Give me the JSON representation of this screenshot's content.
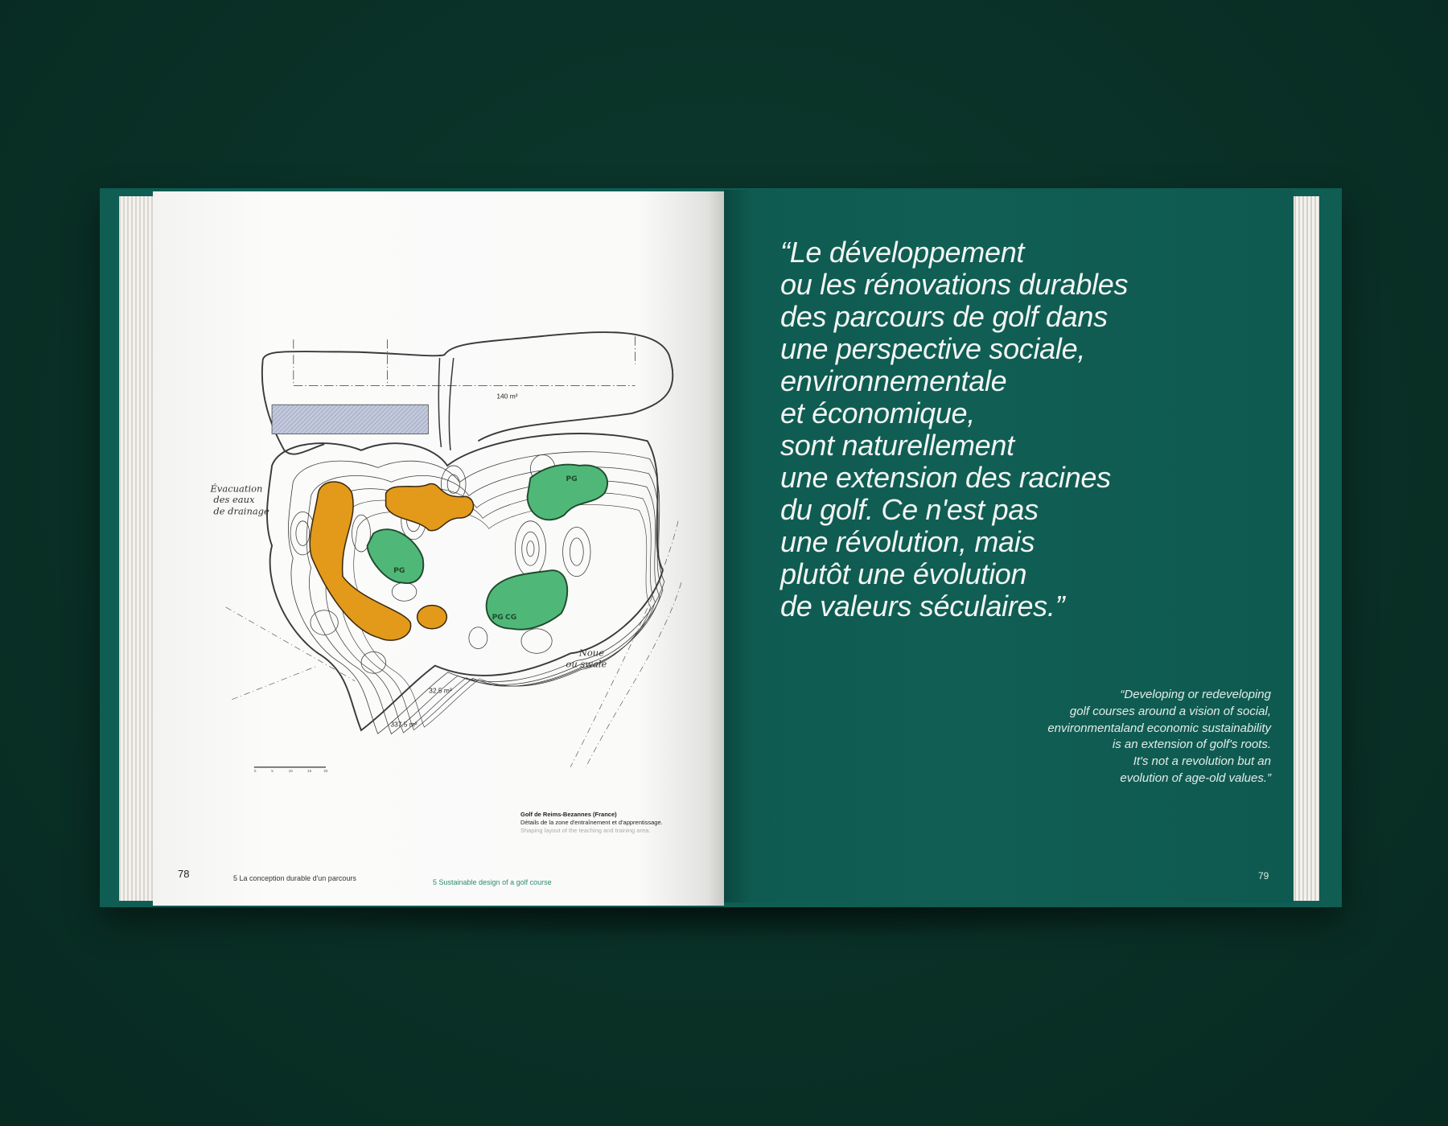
{
  "left_page": {
    "page_number": "78",
    "footer_section_fr": "5  La conception durable d'un parcours",
    "footer_section_en": "5  Sustainable design of a golf course",
    "caption": {
      "title": "Golf de Reims-Bezannes (France)",
      "line_fr": "Détails de la zone d'entraînement et d'apprentissage.",
      "line_en": "Shaping layout of the teaching and training area."
    },
    "drawing": {
      "annotation_drainage": [
        "Évacuation",
        "des eaux",
        "de drainage"
      ],
      "annotation_swale": [
        "Noue",
        "ou swale"
      ],
      "area_labels": [
        "140 m²",
        "32.5 m²",
        "337.5 m²"
      ],
      "green_labels": [
        "PG",
        "PG",
        "PG",
        "CG"
      ],
      "scale_ticks": [
        "0",
        "5",
        "10",
        "15",
        "20"
      ],
      "colors": {
        "bunker": "#e39a1a",
        "green": "#4fb878",
        "hatch": "#b9c0d6"
      }
    }
  },
  "right_page": {
    "page_number": "79",
    "quote_fr": [
      "“Le développement",
      "ou les rénovations durables",
      "des parcours de golf dans",
      "une perspective sociale,",
      "environnementale",
      "et économique,",
      "sont naturellement",
      "une extension des racines",
      "du golf. Ce n'est pas",
      "une révolution, mais",
      "plutôt une évolution",
      "de valeurs séculaires.”"
    ],
    "quote_en": [
      "“Developing or redeveloping",
      "golf courses around a vision of social,",
      "environmentaland economic sustainability",
      "is an extension of golf's roots.",
      "It's not a revolution but an",
      "evolution of age-old values.”"
    ]
  },
  "colors": {
    "background": "#0a3127",
    "cover": "#0f5d53",
    "accent_text": "#2c8a6e"
  }
}
